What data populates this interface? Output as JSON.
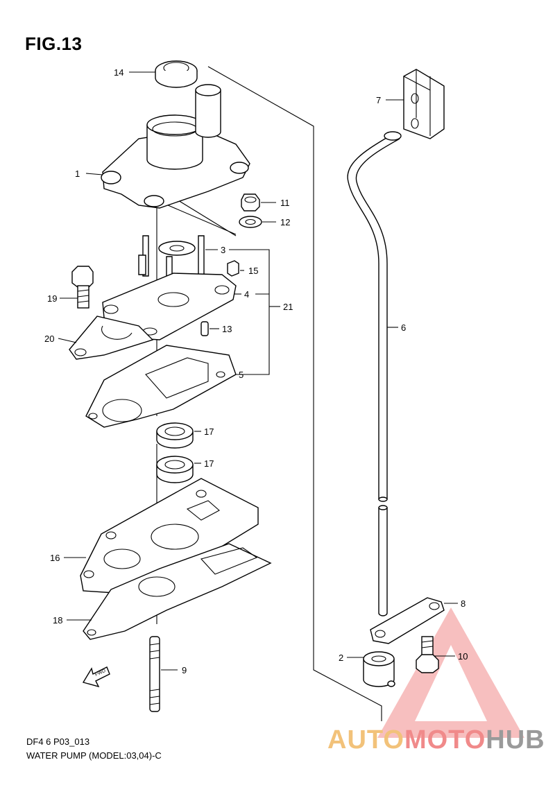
{
  "figure": {
    "title": "FIG.13"
  },
  "footer": {
    "code": "DF4 6 P03_013",
    "caption": "WATER PUMP (MODEL:03,04)-C"
  },
  "watermark": {
    "part1": "AUTO",
    "part2": "MOTO",
    "part3": "HUB"
  },
  "callouts": [
    "14",
    "1",
    "11",
    "12",
    "3",
    "15",
    "4",
    "21",
    "13",
    "19",
    "20",
    "5",
    "17",
    "17",
    "16",
    "18",
    "9",
    "7",
    "6",
    "8",
    "2",
    "10"
  ],
  "fwd_label": "FWD",
  "colors": {
    "line": "#000000",
    "watermark_red": "#f08a8a",
    "watermark_gold": "#f2c27a",
    "watermark_gray": "#9a9a9a"
  }
}
